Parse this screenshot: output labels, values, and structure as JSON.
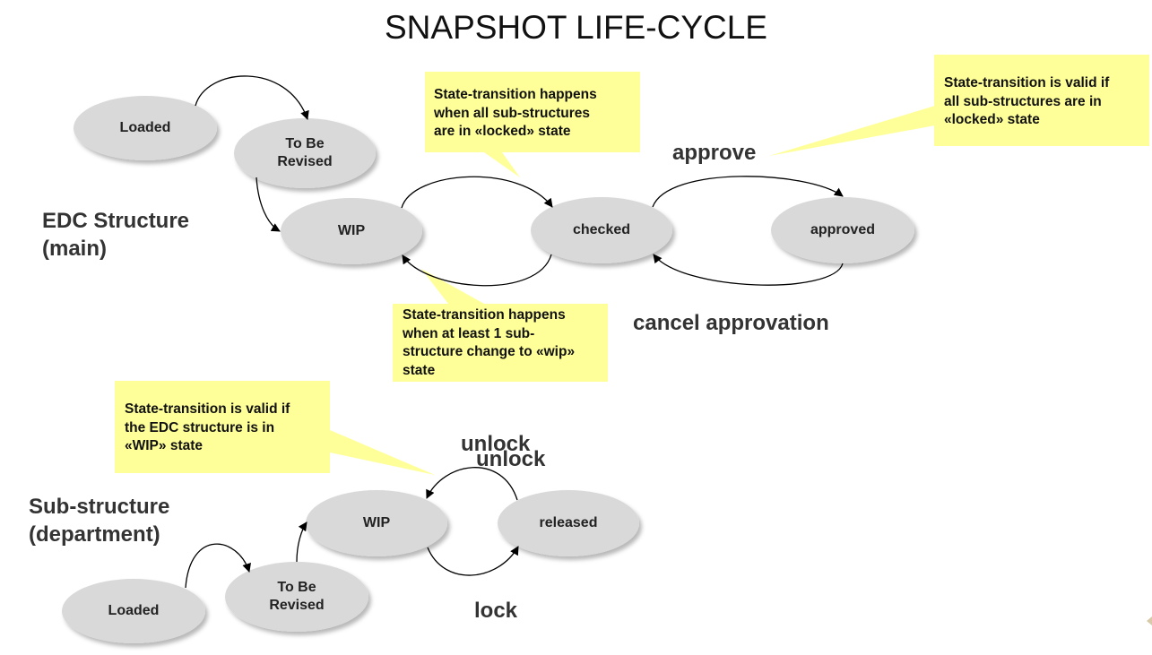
{
  "title": "SNAPSHOT LIFE-CYCLE",
  "sections": {
    "main": "EDC Structure\n(main)",
    "sub": "Sub-structure\n(department)"
  },
  "nodes": {
    "main_loaded": "Loaded",
    "main_tobe": "To Be\nRevised",
    "main_wip": "WIP",
    "main_checked": "checked",
    "main_approved": "approved",
    "sub_loaded": "Loaded",
    "sub_tobe": "To Be\nRevised",
    "sub_wip": "WIP",
    "sub_released": "released"
  },
  "edge_labels": {
    "approve": "approve",
    "cancel": "cancel approvation",
    "unlock_1": "unlock",
    "unlock_2": "unlock",
    "lock": "lock"
  },
  "notes": {
    "checked_condition": "State-transition happens\nwhen all sub-structures\nare in «locked» state",
    "approve_condition": "State-transition is valid if\nall sub-structures are in\n«locked» state",
    "wip_condition": "State-transition happens\nwhen at least 1 sub-\nstructure change to «wip»\nstate",
    "sub_condition": "State-transition is valid if\nthe EDC structure is in\n«WIP» state"
  },
  "colors": {
    "node_fill": "#d9d9d9",
    "note_fill": "#ffff99",
    "line": "#000000"
  }
}
